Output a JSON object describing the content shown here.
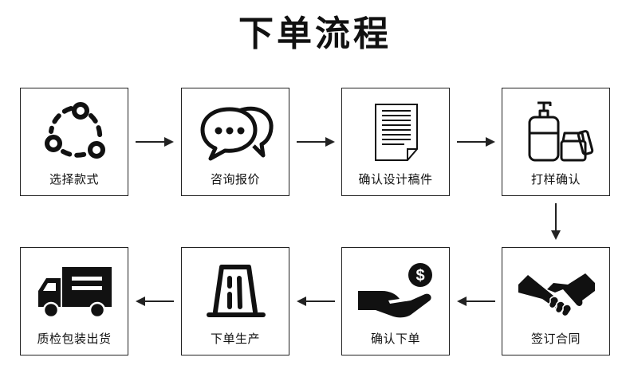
{
  "title": "下单流程",
  "steps": [
    {
      "label": "选择款式",
      "icon": "cycle-icon"
    },
    {
      "label": "咨询报价",
      "icon": "chat-bubbles-icon"
    },
    {
      "label": "确认设计稿件",
      "icon": "document-icon"
    },
    {
      "label": "打样确认",
      "icon": "cosmetic-bottles-icon"
    },
    {
      "label": "签订合同",
      "icon": "handshake-icon"
    },
    {
      "label": "确认下单",
      "icon": "hand-coin-icon"
    },
    {
      "label": "下单生产",
      "icon": "factory-icon"
    },
    {
      "label": "质检包装出货",
      "icon": "delivery-truck-icon"
    }
  ]
}
